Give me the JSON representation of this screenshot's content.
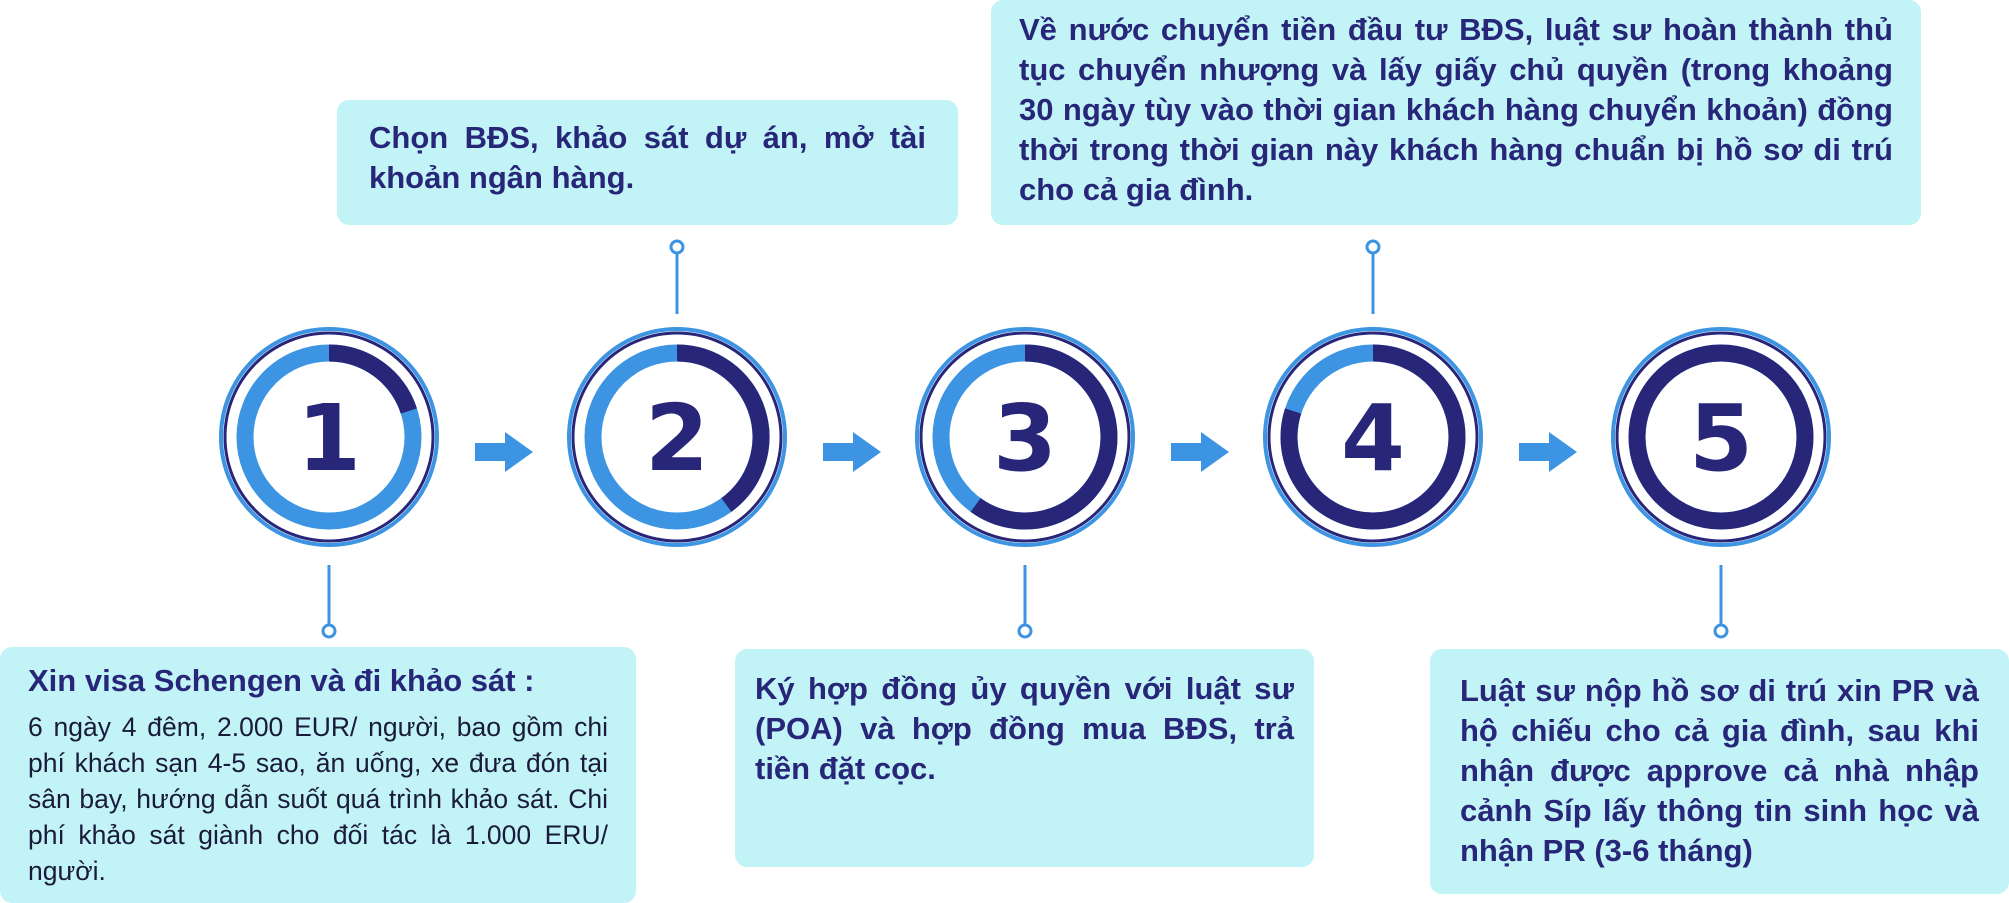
{
  "colors": {
    "dark_navy": "#282679",
    "light_blue": "#3c94e2",
    "box_bg": "#c2f4f7"
  },
  "steps": [
    {
      "number": "1",
      "progress": 0.2
    },
    {
      "number": "2",
      "progress": 0.4
    },
    {
      "number": "3",
      "progress": 0.6
    },
    {
      "number": "4",
      "progress": 0.8
    },
    {
      "number": "5",
      "progress": 1.0
    }
  ],
  "boxes": {
    "step1": {
      "title": "Xin visa Schengen và đi khảo sát :",
      "body": "6 ngày 4 đêm, 2.000 EUR/ người, bao gồm chi phí khách sạn 4-5 sao, ăn uống, xe đưa đón tại sân bay, hướng dẫn suốt quá trình khảo sát. Chi phí khảo sát giành cho đối tác là 1.000 ERU/ người."
    },
    "step2": {
      "text": "Chọn BĐS, khảo sát dự án, mở tài khoản ngân hàng."
    },
    "step3": {
      "text": "Ký hợp đồng ủy quyền với luật sư (POA) và hợp đồng mua BĐS, trả tiền đặt cọc."
    },
    "step4": {
      "text": "Về nước chuyển tiền đầu tư BĐS, luật sư hoàn thành thủ tục chuyển nhượng và lấy giấy chủ quyền (trong khoảng 30 ngày tùy vào thời gian khách hàng chuyển khoản) đồng thời trong thời gian này khách hàng chuẩn bị hồ sơ di trú cho cả gia đình."
    },
    "step5": {
      "text": "Luật sư nộp hồ sơ di trú xin PR và hộ chiếu cho cả gia đình, sau khi nhận được approve cả nhà nhập cảnh Síp lấy thông tin sinh học và nhận PR (3-6 tháng)"
    }
  },
  "icons": [
    "arrow-right-icon"
  ]
}
